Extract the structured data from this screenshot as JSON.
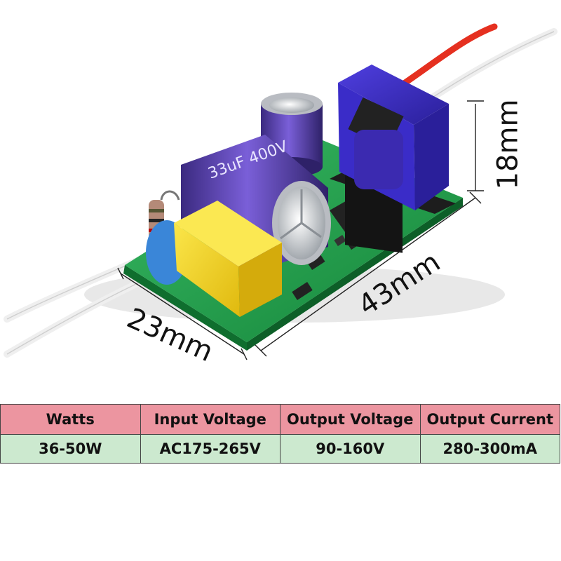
{
  "dimensions": {
    "height": "18mm",
    "length": "43mm",
    "width": "23mm"
  },
  "spec_table": {
    "headers": [
      "Watts",
      "Input Voltage",
      "Output Voltage",
      "Output Current"
    ],
    "values": [
      "36-50W",
      "AC175-265V",
      "90-160V",
      "280-300mA"
    ]
  },
  "colors": {
    "header_bg": "#ec95a0",
    "value_bg": "#cce9cf",
    "pcb_green": "#1f9a4a",
    "capacitor_purple": "#5a3fb0",
    "transformer_blue": "#3a2cb8",
    "x_capacitor_yellow": "#f2d31a"
  }
}
